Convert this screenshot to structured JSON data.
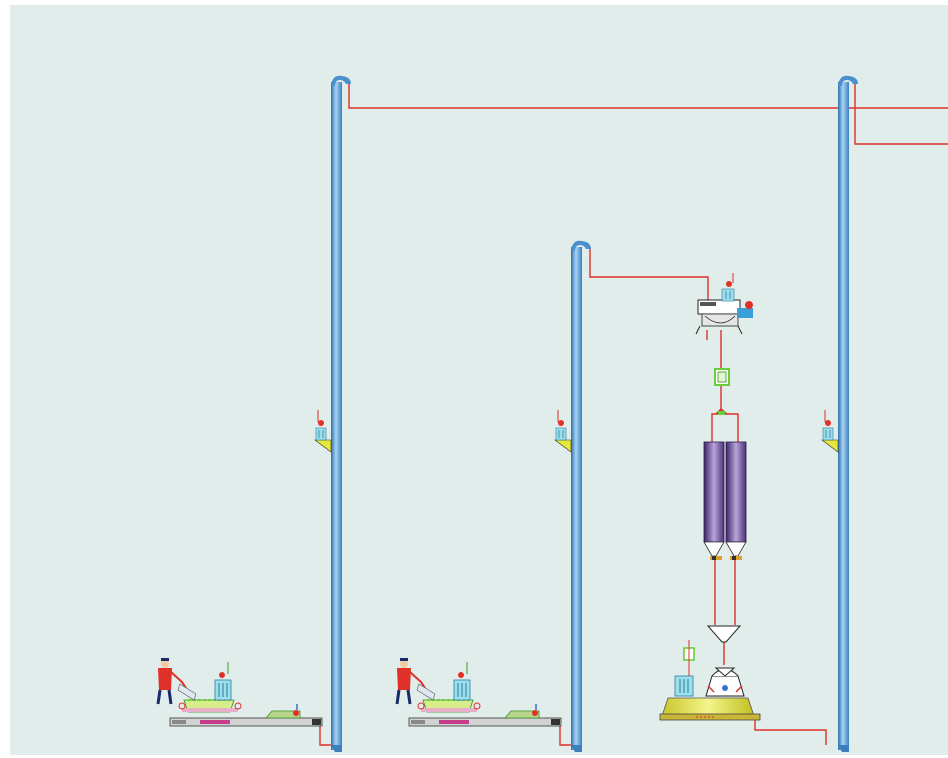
{
  "title": "",
  "colors": {
    "background": "#e1edea",
    "frame": "#ffffff",
    "elevator": "#4a90cf",
    "elevator_highlight": "#a9d3f2",
    "pipe": "#e0302a",
    "hopper_fill": "#e8e838",
    "silo_fill": "#6b4a9c",
    "motor": "#3a9fd6",
    "green_equipment": "#6acd3a",
    "conveyor": "#d2d2d2"
  },
  "elevators": [
    {
      "name": "bucket-elevator-1"
    },
    {
      "name": "bucket-elevator-2"
    },
    {
      "name": "bucket-elevator-3"
    }
  ],
  "feeding_stations": [
    {
      "name": "manual-feeding-station-1"
    },
    {
      "name": "manual-feeding-station-2"
    }
  ],
  "equipment": [
    {
      "name": "vibrating-screen"
    },
    {
      "name": "magnetic-separator"
    },
    {
      "name": "twin-storage-silos"
    },
    {
      "name": "collecting-hopper"
    },
    {
      "name": "packing-machine"
    }
  ]
}
